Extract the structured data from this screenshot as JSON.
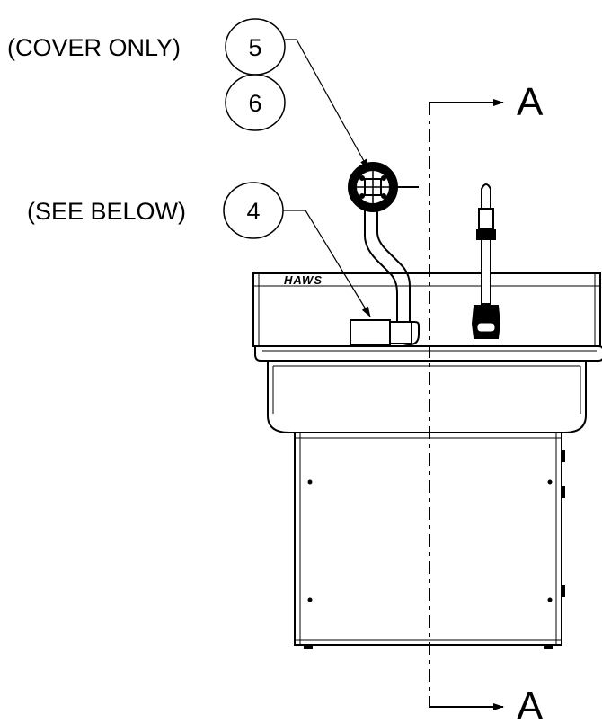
{
  "callouts": [
    {
      "label": "(COVER ONLY)",
      "number": "5"
    },
    {
      "label": "",
      "number": "6"
    },
    {
      "label": "(SEE BELOW)",
      "number": "4"
    }
  ],
  "section_marker": {
    "top": "A",
    "bottom": "A"
  },
  "brand": "HAWS"
}
